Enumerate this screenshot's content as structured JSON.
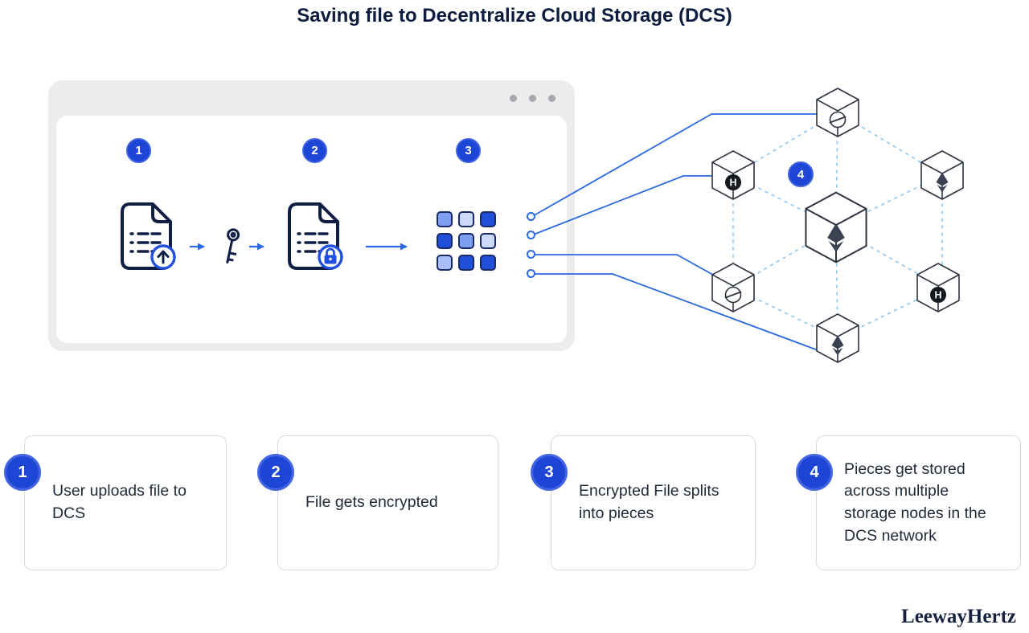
{
  "title": "Saving file to Decentralize Cloud Storage (DCS)",
  "brand": "LeewayHertz",
  "window": {
    "steps": [
      {
        "number": "1"
      },
      {
        "number": "2"
      },
      {
        "number": "3"
      }
    ]
  },
  "network": {
    "badge": "4",
    "hedera_letter": "H",
    "node_logos": [
      "stellar",
      "hedera",
      "ethereum",
      "ethereum",
      "stellar",
      "hedera",
      "ethereum"
    ]
  },
  "grid": {
    "cells": [
      "#7e9ff1",
      "#ccd9f8",
      "#1f4fd8",
      "#1f4fd8",
      "#7e9ff1",
      "#ccd9f8",
      "#a9bff5",
      "#1f4fd8",
      "#1f4fd8"
    ]
  },
  "cards": [
    {
      "number": "1",
      "text": "User uploads file to DCS"
    },
    {
      "number": "2",
      "text": "File gets encrypted"
    },
    {
      "number": "3",
      "text": "Encrypted File splits into pieces"
    },
    {
      "number": "4",
      "text": "Pieces get stored across multiple storage nodes in the DCS network"
    }
  ],
  "colors": {
    "accent_blue": "#1d46d6",
    "navy_text": "#0c1c3e",
    "solid_link": "#2b6ae2",
    "dashed_link": "#8ec7ec",
    "window_gray": "#ececee"
  }
}
